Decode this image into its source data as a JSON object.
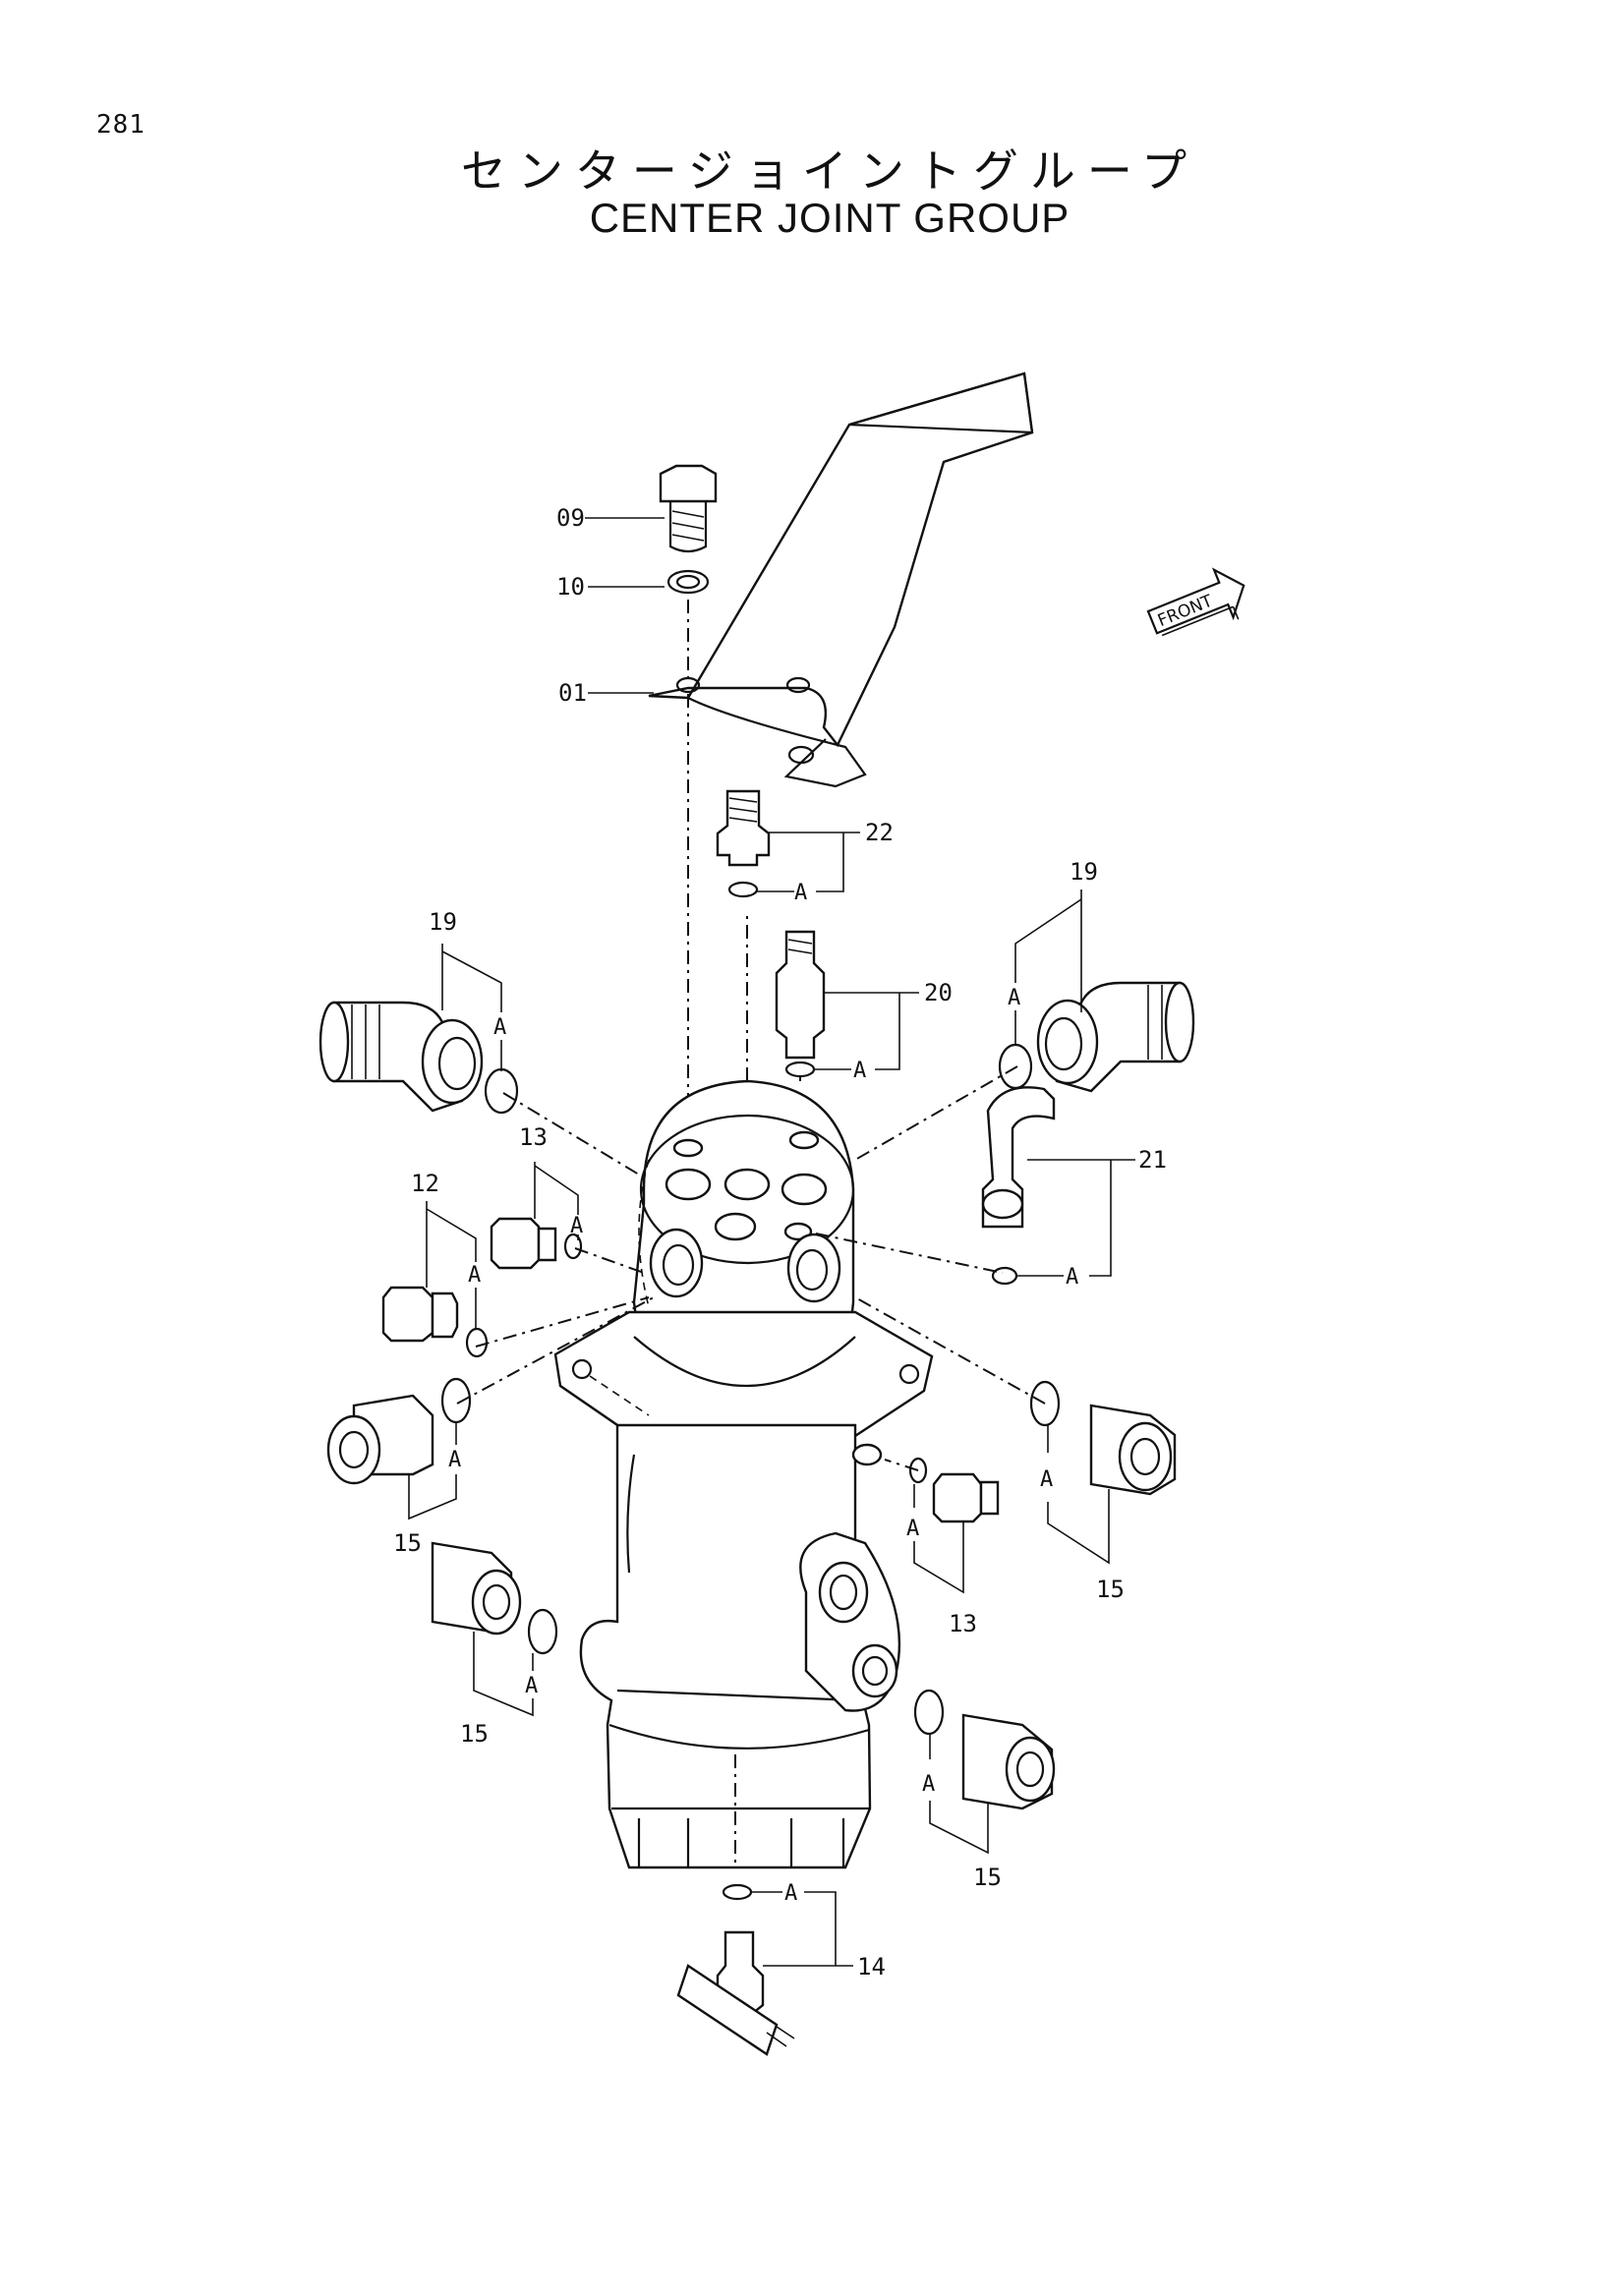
{
  "page": {
    "number": "281",
    "title_jp": "センタージョイントグループ",
    "title_en": "CENTER JOINT GROUP"
  },
  "direction_label": "FRONT",
  "seal_label": "A",
  "callouts": {
    "c09": "09",
    "c10": "10",
    "c01": "01",
    "c22": "22",
    "c19_left": "19",
    "c19_right": "19",
    "c20": "20",
    "c21": "21",
    "c13_upper": "13",
    "c12": "12",
    "c15_left_upper": "15",
    "c15_left_lower": "15",
    "c15_right_upper": "15",
    "c15_right_lower": "15",
    "c13_lower": "13",
    "c14": "14"
  }
}
